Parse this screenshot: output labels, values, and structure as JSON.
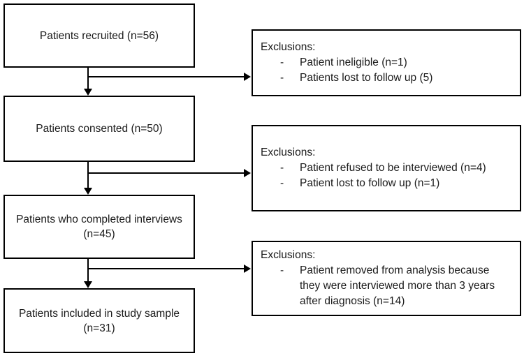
{
  "bullet_char": "-",
  "stages": [
    {
      "label": "Patients recruited (n=56)"
    },
    {
      "label": "Patients consented (n=50)"
    },
    {
      "label": "Patients who completed interviews (n=45)"
    },
    {
      "label": "Patients included in study sample (n=31)"
    }
  ],
  "exclusions": [
    {
      "title": "Exclusions:",
      "items": [
        "Patient ineligible (n=1)",
        "Patients lost to follow up (5)"
      ]
    },
    {
      "title": "Exclusions:",
      "items": [
        "Patient refused to be interviewed (n=4)",
        "Patient lost to follow up (n=1)"
      ]
    },
    {
      "title": "Exclusions:",
      "items": [
        "Patient removed from analysis because they were interviewed more than 3 years after diagnosis (n=14)"
      ]
    }
  ],
  "colors": {
    "border": "#000000",
    "text": "#1a1a1a",
    "background": "#ffffff"
  }
}
